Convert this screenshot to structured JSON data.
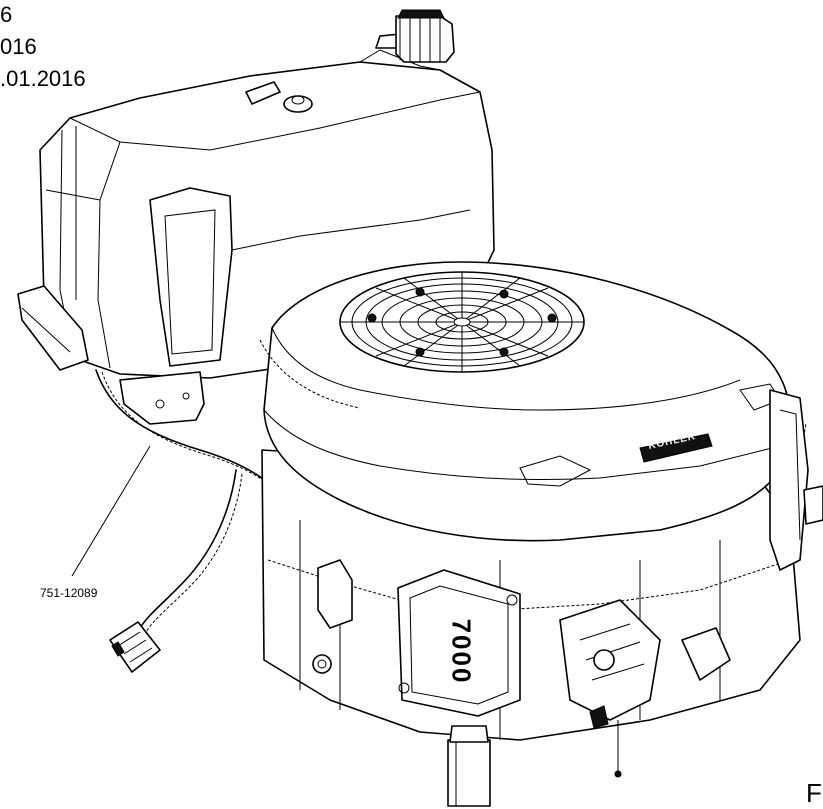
{
  "header": {
    "line1": "6",
    "line2": "016",
    "line3": ".01.2016"
  },
  "callout": {
    "part_number": "751-12089"
  },
  "engine": {
    "brand_label": "KOHLER",
    "block_label": "7000"
  },
  "corner_letter": "F"
}
